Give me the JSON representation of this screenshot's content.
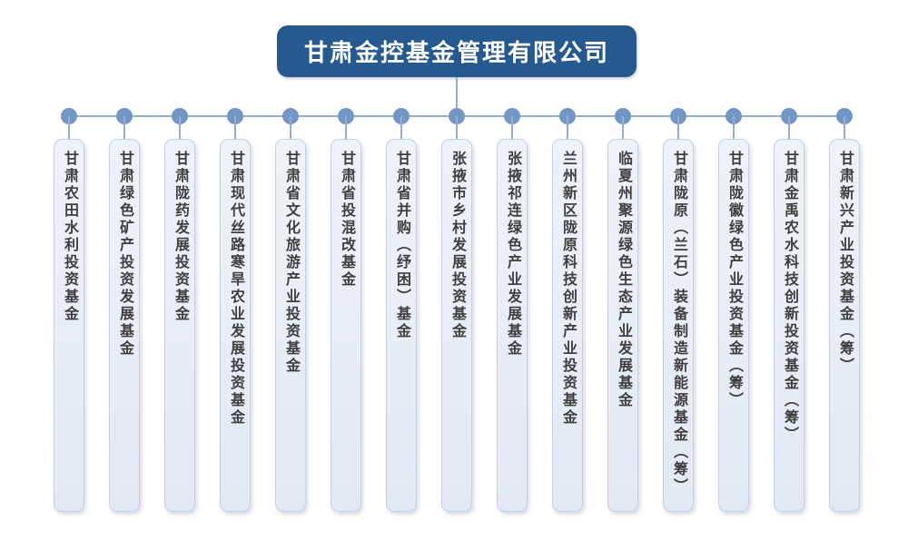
{
  "org_chart": {
    "root": {
      "label": "甘肃金控基金管理有限公司"
    },
    "funds": [
      {
        "label": "甘肃农田水利投资基金"
      },
      {
        "label": "甘肃绿色矿产投资发展基金"
      },
      {
        "label": "甘肃陇药发展投资基金"
      },
      {
        "label": "甘肃现代丝路寒旱农业发展投资基金"
      },
      {
        "label": "甘肃省文化旅游产业投资基金"
      },
      {
        "label": "甘肃省投混改基金"
      },
      {
        "label": "甘肃省并购（纾困）基金"
      },
      {
        "label": "张掖市乡村发展投资基金"
      },
      {
        "label": "张掖祁连绿色产业发展基金"
      },
      {
        "label": "兰州新区陇原科技创新产业投资基金"
      },
      {
        "label": "临夏州聚源绿色生态产业发展基金"
      },
      {
        "label": "甘肃陇原（兰石）装备制造新能源基金（筹）"
      },
      {
        "label": "甘肃陇徽绿色产业投资基金（筹）"
      },
      {
        "label": "甘肃金禹农水科技创新投资基金（筹）"
      },
      {
        "label": "甘肃新兴产业投资基金（筹）"
      }
    ]
  },
  "colors": {
    "root_box_bg": "#25598f",
    "root_box_text": "#ffffff",
    "connector_line": "#92aed3",
    "connector_node": "#7297c4",
    "fund_box_bg_top": "#eef2fa",
    "fund_box_bg_bottom": "#e2e9f4",
    "fund_box_border": "#c5d0e2",
    "fund_text": "#3f3f3f"
  }
}
